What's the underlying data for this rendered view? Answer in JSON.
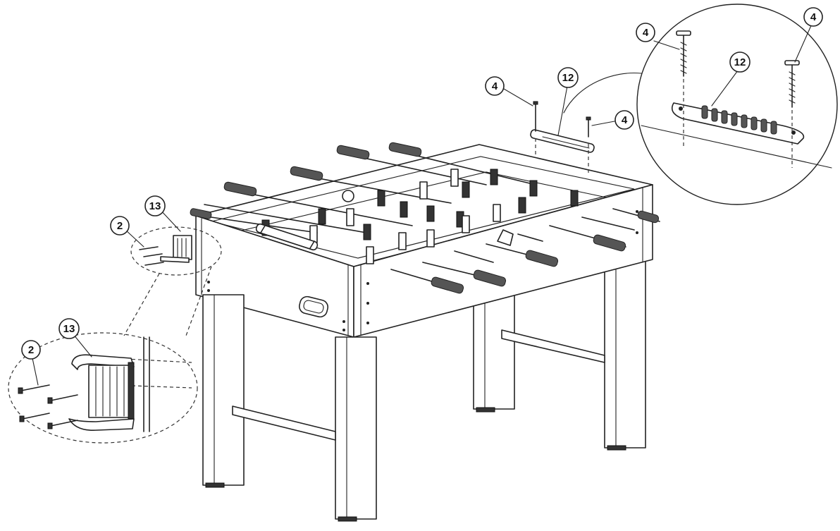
{
  "callouts": {
    "screw_top_left": "4",
    "handle_top": "12",
    "screw_top_right": "4",
    "detail_screw_left": "4",
    "detail_handle": "12",
    "detail_screw_right": "4",
    "screw_side": "2",
    "cup_holder_side": "13",
    "detail_screw_side": "2",
    "detail_cup_holder": "13"
  },
  "colors": {
    "line": "#222222",
    "background": "#ffffff"
  }
}
